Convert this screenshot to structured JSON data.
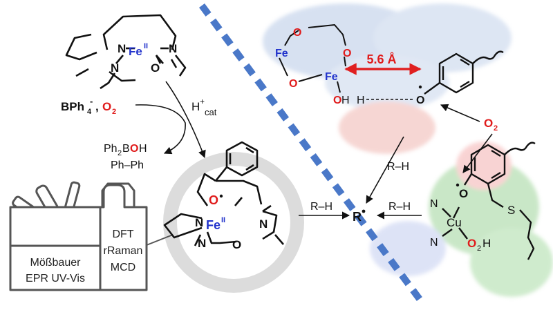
{
  "colors": {
    "bond": "#111111",
    "iron": "#2233cc",
    "oxygen": "#e01b1b",
    "divider": "#4a78c8",
    "toolbox": "#555555",
    "ring_watermark": "#dcdcdc",
    "distance_arrow": "#e02020",
    "protein_blue": "#b7c9e6",
    "protein_red": "#f0b6b0",
    "protein_green": "#9ed49a"
  },
  "top_complex": {
    "n1": "N",
    "n2": "N",
    "n3": "N",
    "fe": "Fe",
    "fe_ox": "II",
    "o": "O"
  },
  "reagents": {
    "anion": "BPh",
    "anion_sub": "4",
    "anion_sup": "-",
    "sep": ",",
    "oxygen": "O",
    "oxygen_sub": "2"
  },
  "catalyst": {
    "h": "H",
    "plus": "+",
    "cat": "cat"
  },
  "byproducts": {
    "line1_pre": "Ph",
    "line1_sub": "2",
    "line1_b": "B",
    "line1_o": "O",
    "line1_h": "H",
    "line2": "Ph–Ph"
  },
  "center_complex": {
    "o_radical": "O",
    "n1": "N",
    "n2": "N",
    "n3": "N",
    "fe": "Fe",
    "fe_ox": "II",
    "o_ether": "O"
  },
  "toolbox": {
    "left_line1": "Mößbauer",
    "left_line2": "EPR UV-Vis",
    "right_line1": "DFT",
    "right_line2": "rRaman",
    "right_line3": "MCD"
  },
  "radical_product": {
    "r": "R"
  },
  "arrows": {
    "rh_center": "R–H",
    "rh_right": "R–H",
    "rh_top": "R–H"
  },
  "diiron_site": {
    "o1": "O",
    "o2": "O",
    "fe1": "Fe",
    "o3": "O",
    "fe2": "Fe",
    "oh_o": "O",
    "oh_h": "H",
    "h_bond": "H",
    "distance": "5.6 Å",
    "phenoxyl_o": "O"
  },
  "oxygen_label_top": {
    "o": "O",
    "sub": "2"
  },
  "copper_site": {
    "o_radical": "O",
    "n1": "N",
    "n2": "N",
    "cu": "Cu",
    "s": "S",
    "o2h": "O",
    "o2h_sub": "2",
    "o2h_h": "H"
  }
}
